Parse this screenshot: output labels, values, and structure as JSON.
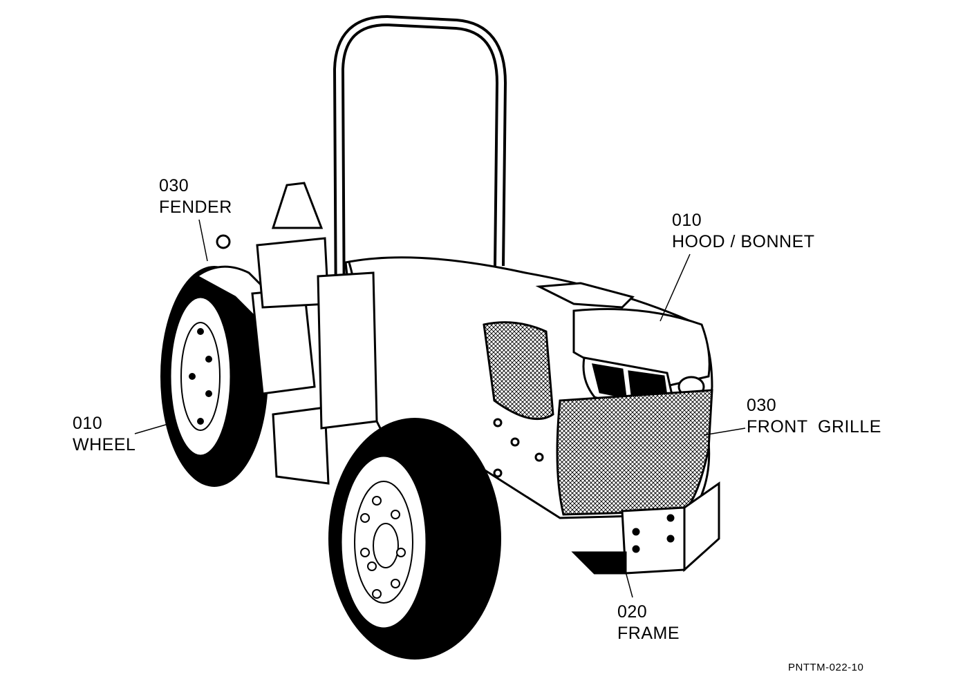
{
  "callouts": {
    "fender": {
      "code": "030",
      "name": "FENDER"
    },
    "hood": {
      "code": "010",
      "name": "HOOD / BONNET"
    },
    "wheel": {
      "code": "010",
      "name": "WHEEL"
    },
    "grille": {
      "code": "030",
      "name": "FRONT  GRILLE"
    },
    "frame": {
      "code": "020",
      "name": "FRAME"
    }
  },
  "figure_code": "PNTTM-022-10",
  "colors": {
    "ink": "#000000",
    "paper": "#ffffff"
  }
}
